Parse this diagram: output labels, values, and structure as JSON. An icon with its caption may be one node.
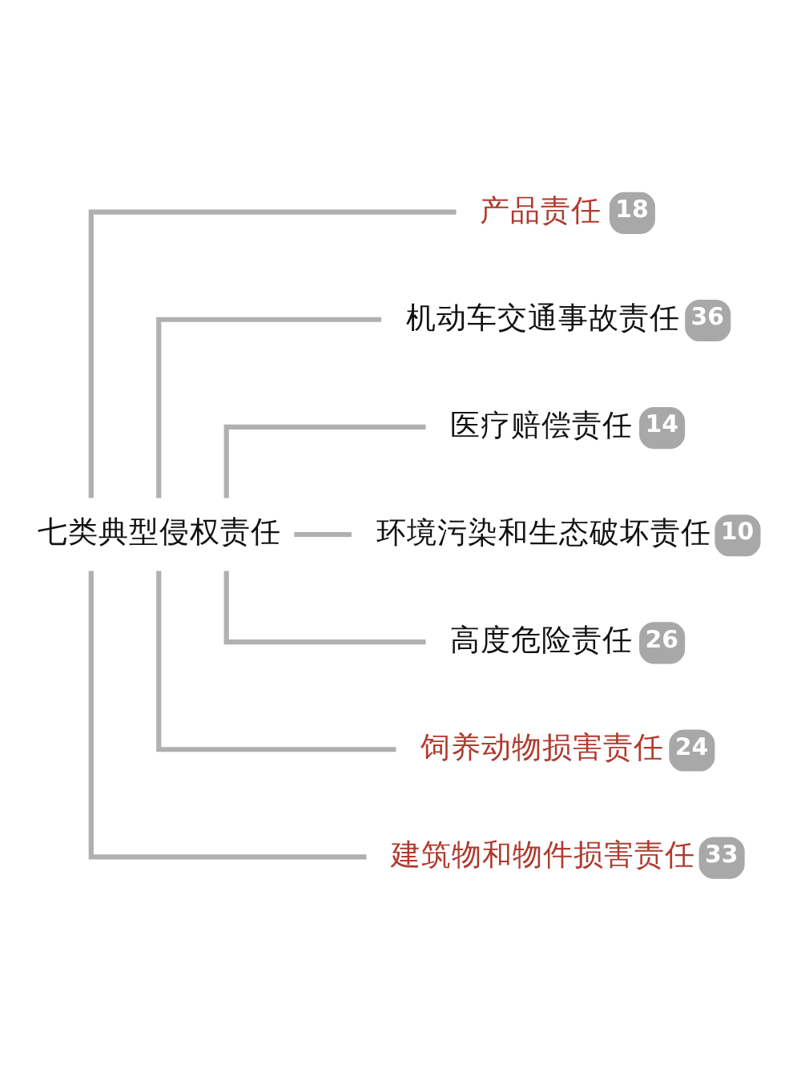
{
  "diagram": {
    "nodes": [
      {
        "text": [
          "七类典型侵权责任"
        ]
      },
      {
        "text": [
          "产品责任",
          "18"
        ]
      },
      {
        "text": [
          "机动车交通事故责任",
          "36"
        ]
      },
      {
        "text": [
          "医疗赔偿责任",
          "14"
        ]
      },
      {
        "text": [
          "环境污染和生态破坏责任",
          "10"
        ]
      },
      {
        "text": [
          "高度危险责任",
          "26"
        ]
      },
      {
        "text": [
          "饲养动物损害责任",
          "24"
        ]
      },
      {
        "text": [
          "建筑物和物件损害责任",
          "33"
        ]
      }
    ],
    "edges": [
      {
        "from": 0,
        "to": 1,
        "arrow": "none"
      },
      {
        "from": 0,
        "to": 2,
        "arrow": "none"
      },
      {
        "from": 0,
        "to": 3,
        "arrow": "none"
      },
      {
        "from": 0,
        "to": 4,
        "arrow": "none"
      },
      {
        "from": 0,
        "to": 5,
        "arrow": "none"
      },
      {
        "from": 0,
        "to": 6,
        "arrow": "none"
      },
      {
        "from": 0,
        "to": 7,
        "arrow": "none"
      }
    ]
  }
}
